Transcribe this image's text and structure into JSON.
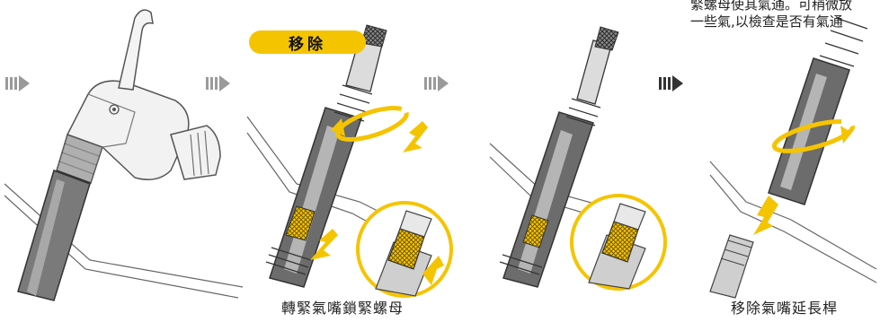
{
  "steps": [
    {
      "caption": ""
    },
    {
      "badge": "移除",
      "caption": "轉緊氣嘴鎖緊螺母"
    },
    {
      "caption": ""
    },
    {
      "caption": "移除氣嘴延長桿",
      "note_lines": [
        "緊螺母使其氣通。可稍微放",
        "一些氣,以檢查是否有氣通"
      ]
    }
  ],
  "colors": {
    "accent": "#f5c400",
    "arrow": "#999999",
    "line": "#555555"
  }
}
